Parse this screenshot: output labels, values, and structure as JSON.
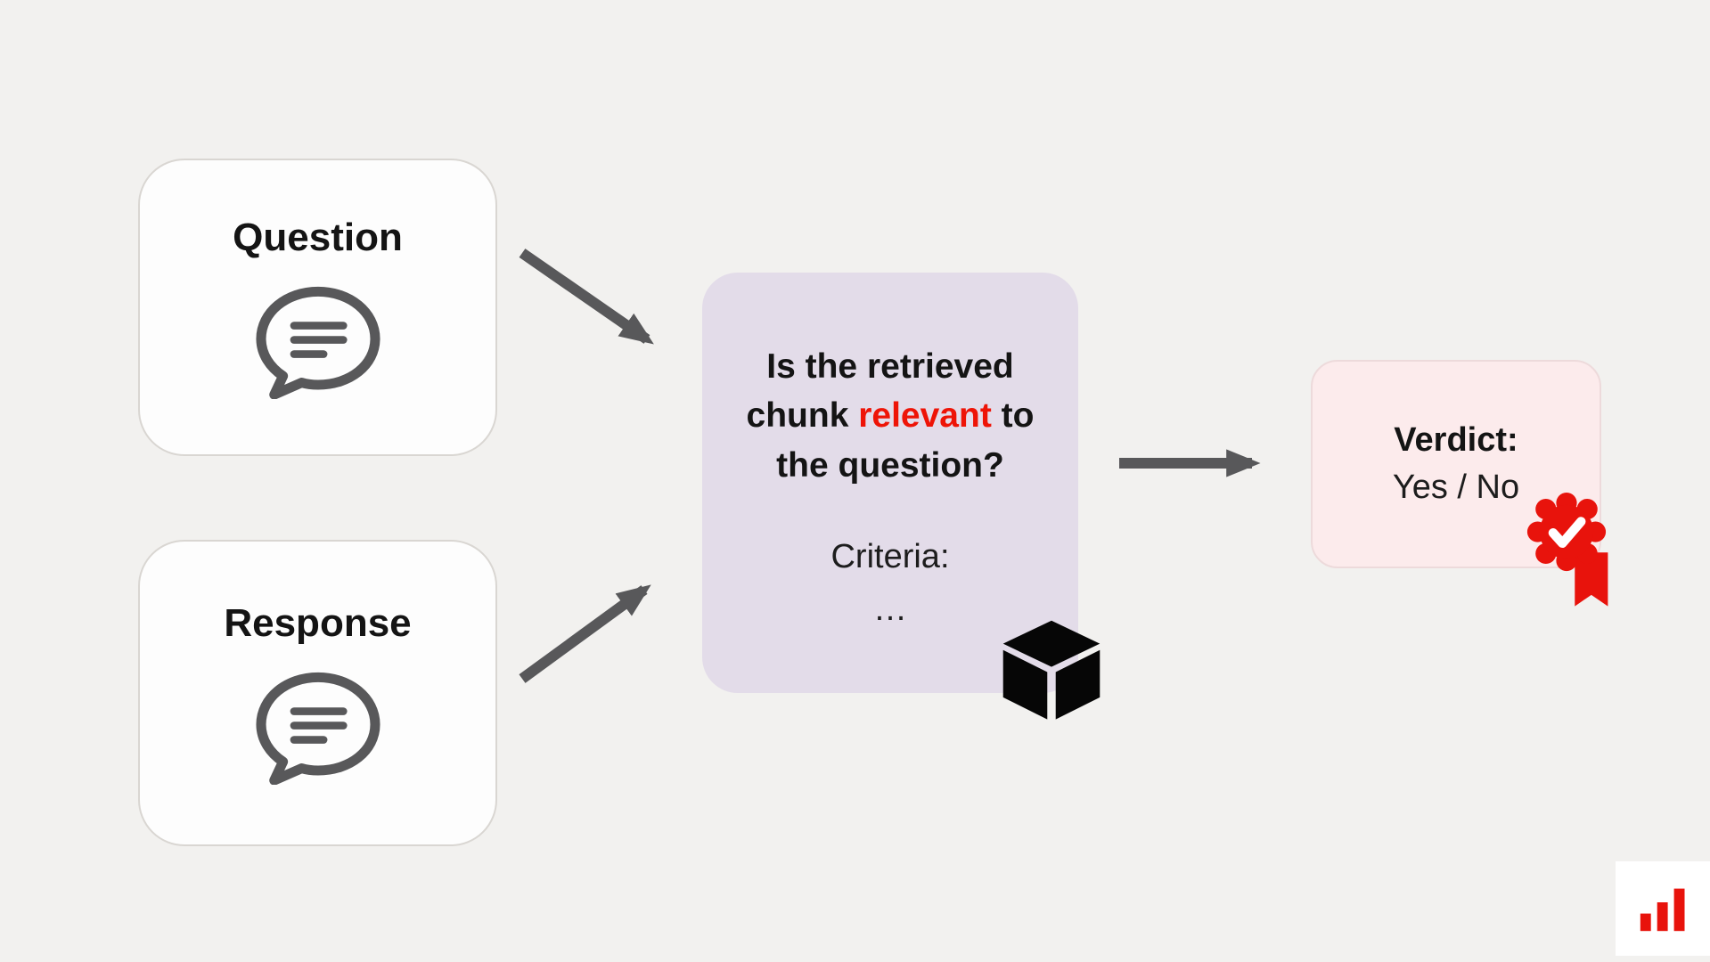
{
  "diagram": {
    "background_color": "#f2f1ef",
    "question_box": {
      "label": "Question",
      "icon": "speech-bubble-icon"
    },
    "response_box": {
      "label": "Response",
      "icon": "speech-bubble-icon"
    },
    "judge_box": {
      "bg_color": "#e3dce9",
      "question_prefix": "Is the retrieved chunk ",
      "question_highlight": "relevant",
      "question_highlight_color": "#ee1407",
      "question_suffix": " to the question?",
      "criteria_label": "Criteria:",
      "criteria_value": "…",
      "icon": "cube-icon"
    },
    "verdict_box": {
      "bg_color": "#fcebec",
      "title": "Verdict:",
      "value": "Yes / No",
      "icon": "award-ribbon-icon",
      "icon_color": "#e8130c"
    },
    "arrows": [
      {
        "from": "question-box",
        "to": "judge-box"
      },
      {
        "from": "response-box",
        "to": "judge-box"
      },
      {
        "from": "judge-box",
        "to": "verdict-box"
      }
    ],
    "arrow_color": "#58585a",
    "logo": {
      "icon": "bar-chart-logo",
      "color": "#e8130c"
    }
  }
}
